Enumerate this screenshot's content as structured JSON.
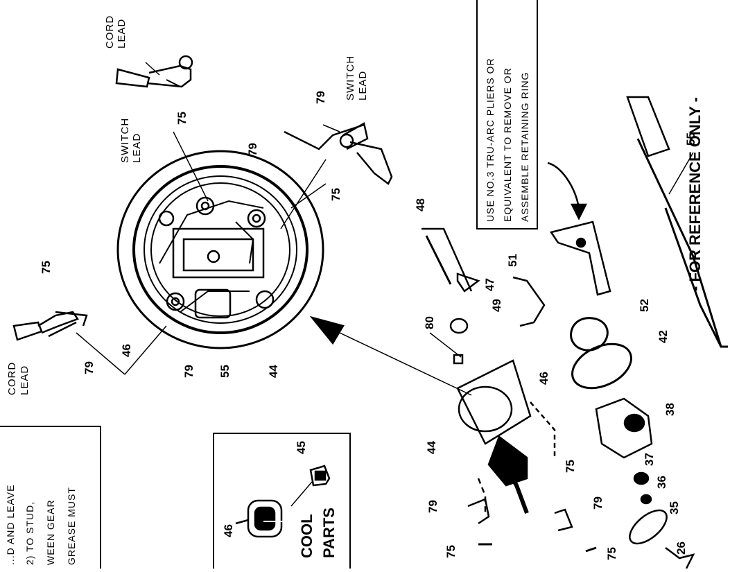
{
  "header_text": "- FOR REFERENCE ONLY -",
  "notes": {
    "left_box": [
      "...D AND LEAVE",
      "2) TO STUD,",
      "WEEN GEAR",
      "GREASE MUST"
    ],
    "right_box": [
      "USE NO.3 TRU-ARC PLIERS OR",
      "EQUIVALENT TO REMOVE OR",
      "ASSEMBLE RETAINING RING"
    ]
  },
  "cool_parts_box": {
    "line1": "COOL",
    "line2": "PARTS"
  },
  "labels": {
    "cord_lead_top": [
      "CORD",
      "LEAD"
    ],
    "switch_lead_top": [
      "SWITCH",
      "LEAD"
    ],
    "switch_lead_right": [
      "SWITCH",
      "LEAD"
    ],
    "cord_lead_left": [
      "CORD",
      "LEAD"
    ]
  },
  "part_numbers": {
    "p75_a": "75",
    "p75_b": "75",
    "p75_c": "75",
    "p75_d": "75",
    "p75_e": "75",
    "p75_f": "75",
    "p79_a": "79",
    "p79_b": "79",
    "p79_c": "79",
    "p79_d": "79",
    "p79_e": "79",
    "p79_f": "79",
    "p46_a": "46",
    "p46_b": "46",
    "p46_c": "46",
    "p55_a": "55",
    "p55_b": "55",
    "p44_a": "44",
    "p44_b": "44",
    "p48": "48",
    "p47": "47",
    "p49": "49",
    "p51": "51",
    "p80": "80",
    "p52": "52",
    "p42": "42",
    "p38": "38",
    "p37": "37",
    "p36": "36",
    "p35": "35",
    "p26": "26",
    "p45": "45"
  }
}
